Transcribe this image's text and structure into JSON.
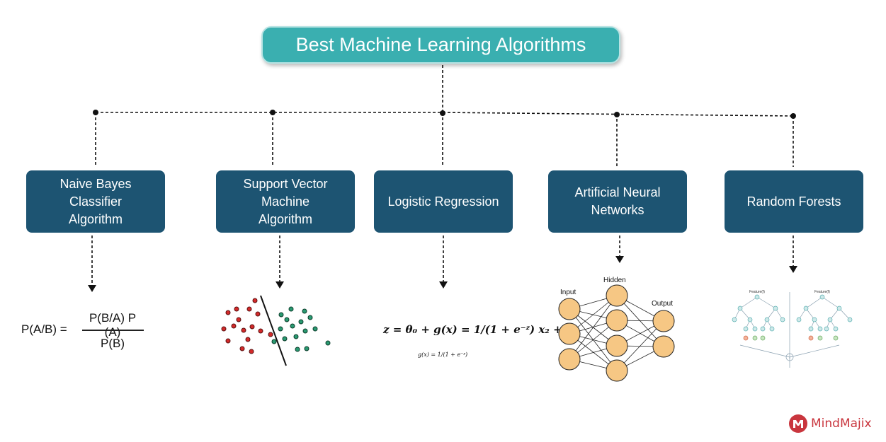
{
  "title": "Best Machine Learning Algorithms",
  "algorithms": [
    {
      "label": "Naive Bayes\nClassifier\nAlgorithm"
    },
    {
      "label": "Support Vector\nMachine\nAlgorithm"
    },
    {
      "label": "Logistic Regression"
    },
    {
      "label": "Artificial Neural\nNetworks"
    },
    {
      "label": "Random Forests"
    }
  ],
  "naive_bayes": {
    "lhs": "P(A/B) =",
    "numerator": "P(B/A) P (A)",
    "denominator": "P(B)"
  },
  "logistic_regression": {
    "main": "z = θ₀ + g(x) = 1/(1 + e⁻ᶻ)   x₂ + ···",
    "sub": "g(x) = 1/(1 + e⁻ᶻ)"
  },
  "neural_network": {
    "input_label": "Input",
    "hidden_label": "Hidden",
    "output_label": "Output"
  },
  "random_forest": {
    "tree_label_left": "Feature(f)",
    "tree_label_right": "Feature(f)"
  },
  "brand": {
    "name": "MindMajix",
    "color": "#c9363e"
  },
  "colors": {
    "title_bg": "#3aafb0",
    "box_bg": "#1d5472",
    "red_dot": "#d32a2a",
    "green_dot": "#2a9a72",
    "neuron": "#f6c784"
  }
}
